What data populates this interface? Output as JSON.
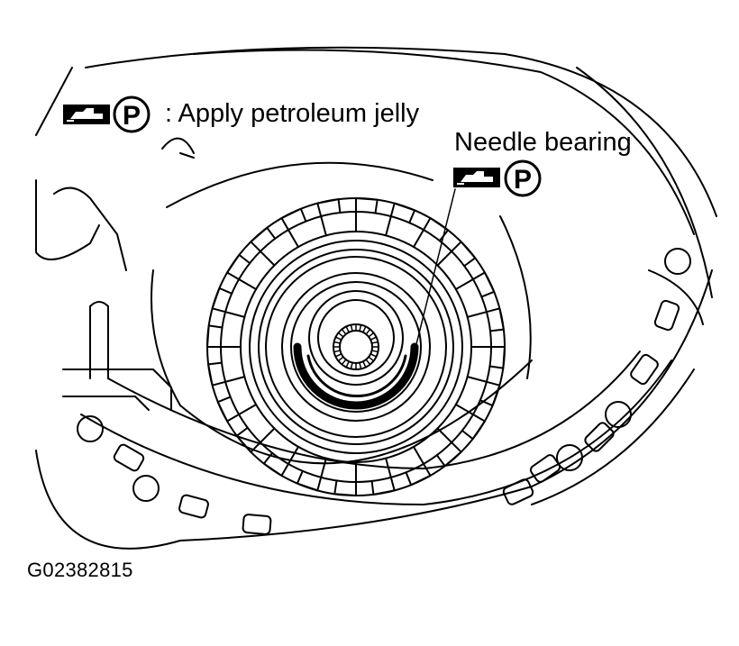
{
  "legend": {
    "icon": "grease-gun-icon",
    "symbol": "P",
    "text": ": Apply petroleum jelly"
  },
  "callout": {
    "label": "Needle bearing",
    "icon": "grease-gun-icon",
    "symbol": "P"
  },
  "figure_id": "G02382815",
  "colors": {
    "line": "#000000",
    "background": "#ffffff"
  }
}
